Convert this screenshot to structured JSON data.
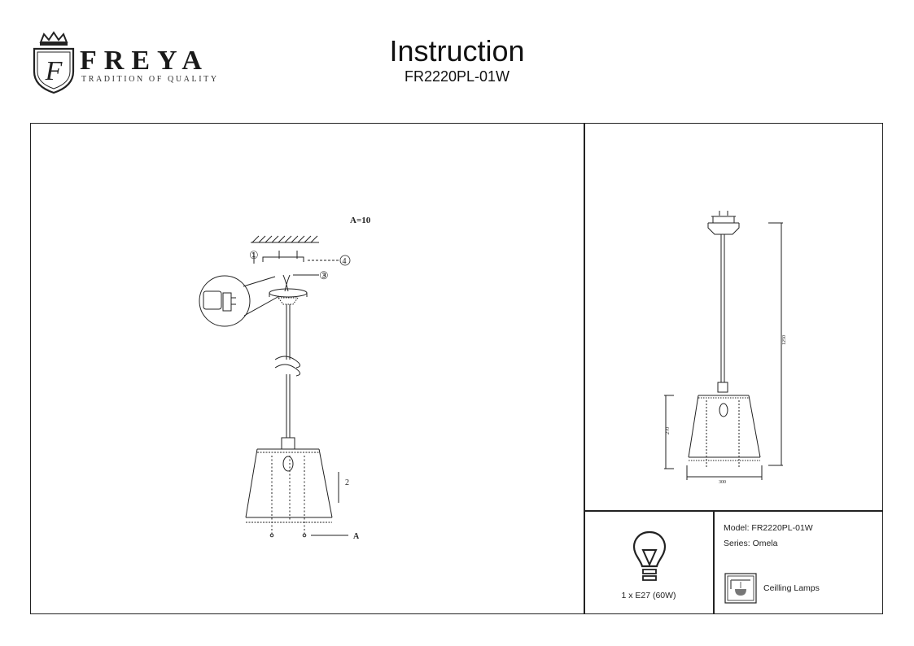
{
  "header": {
    "brand": "FREYA",
    "tagline": "TRADITION OF QUALITY",
    "logo_icon": "crown-shield-logo-icon",
    "title": "Instruction",
    "model_code": "FR2220PL-01W"
  },
  "assembly": {
    "spec_note": "A=10",
    "callout_1": "①",
    "callout_3": "③",
    "callout_4": "4",
    "callout_2": "2",
    "label_A": "A"
  },
  "dimensions": {
    "height_total": "1250",
    "shade_height": "270",
    "shade_width": "300"
  },
  "specs": {
    "bulb_icon": "light-bulb-icon",
    "bulb_text": "1 x E27 (60W)",
    "model_line": "Model: FR2220PL-01W",
    "series_line": "Series: Omela",
    "category_icon": "ceiling-lamp-icon",
    "category_text": "Ceilling Lamps"
  }
}
